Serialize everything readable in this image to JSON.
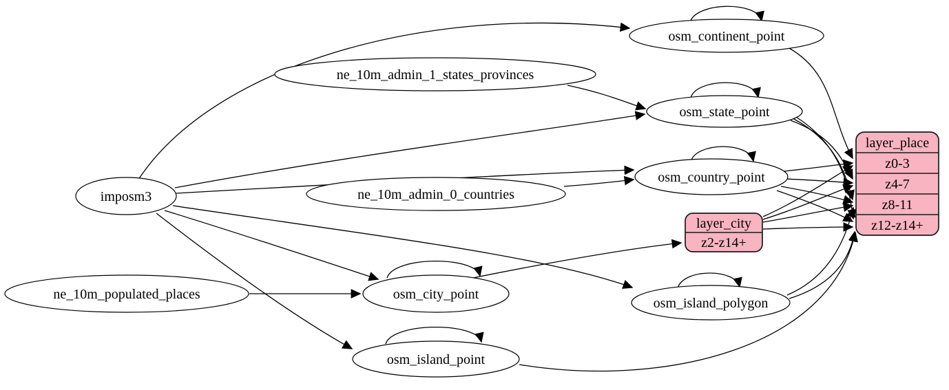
{
  "diagram": {
    "type": "graphviz-etl-diagram",
    "background_color": "#ffffff",
    "record_fill_color": "#f8b4c0",
    "edge_color": "#000000",
    "nodes": {
      "imposm3": {
        "label": "imposm3"
      },
      "ne_10m_admin_1_states_provinces": {
        "label": "ne_10m_admin_1_states_provinces"
      },
      "ne_10m_admin_0_countries": {
        "label": "ne_10m_admin_0_countries"
      },
      "ne_10m_populated_places": {
        "label": "ne_10m_populated_places"
      },
      "osm_continent_point": {
        "label": "osm_continent_point"
      },
      "osm_state_point": {
        "label": "osm_state_point"
      },
      "osm_country_point": {
        "label": "osm_country_point"
      },
      "osm_city_point": {
        "label": "osm_city_point"
      },
      "osm_island_polygon": {
        "label": "osm_island_polygon"
      },
      "osm_island_point": {
        "label": "osm_island_point"
      }
    },
    "records": {
      "layer_city": {
        "title": "layer_city",
        "rows": [
          "z2-z14+"
        ]
      },
      "layer_place": {
        "title": "layer_place",
        "rows": [
          "z0-3",
          "z4-7",
          "z8-11",
          "z12-z14+"
        ]
      }
    },
    "edges": [
      {
        "from": "imposm3",
        "to": "osm_continent_point"
      },
      {
        "from": "imposm3",
        "to": "osm_state_point"
      },
      {
        "from": "imposm3",
        "to": "osm_country_point"
      },
      {
        "from": "imposm3",
        "to": "osm_city_point"
      },
      {
        "from": "imposm3",
        "to": "osm_island_polygon"
      },
      {
        "from": "imposm3",
        "to": "osm_island_point"
      },
      {
        "from": "ne_10m_admin_1_states_provinces",
        "to": "osm_state_point"
      },
      {
        "from": "ne_10m_admin_0_countries",
        "to": "osm_country_point"
      },
      {
        "from": "ne_10m_populated_places",
        "to": "osm_city_point"
      },
      {
        "from": "osm_continent_point",
        "to": "osm_continent_point"
      },
      {
        "from": "osm_state_point",
        "to": "osm_state_point"
      },
      {
        "from": "osm_country_point",
        "to": "osm_country_point"
      },
      {
        "from": "osm_city_point",
        "to": "osm_city_point"
      },
      {
        "from": "osm_island_polygon",
        "to": "osm_island_polygon"
      },
      {
        "from": "osm_island_point",
        "to": "osm_island_point"
      },
      {
        "from": "osm_continent_point",
        "to": "layer_place.z0-3"
      },
      {
        "from": "osm_state_point",
        "to": "layer_place.z4-7"
      },
      {
        "from": "osm_state_point",
        "to": "layer_place.z8-11"
      },
      {
        "from": "osm_state_point",
        "to": "layer_place.z12-z14+"
      },
      {
        "from": "osm_country_point",
        "to": "layer_place.z0-3"
      },
      {
        "from": "osm_country_point",
        "to": "layer_place.z4-7"
      },
      {
        "from": "osm_country_point",
        "to": "layer_place.z8-11"
      },
      {
        "from": "osm_country_point",
        "to": "layer_place.z12-z14+"
      },
      {
        "from": "osm_city_point",
        "to": "layer_city.z2-z14+"
      },
      {
        "from": "layer_city",
        "to": "layer_place.z0-3"
      },
      {
        "from": "layer_city",
        "to": "layer_place.z4-7"
      },
      {
        "from": "layer_city",
        "to": "layer_place.z8-11"
      },
      {
        "from": "layer_city",
        "to": "layer_place.z12-z14+"
      },
      {
        "from": "osm_island_polygon",
        "to": "layer_place.z8-11"
      },
      {
        "from": "osm_island_polygon",
        "to": "layer_place.z12-z14+"
      },
      {
        "from": "osm_island_point",
        "to": "layer_place.z12-z14+"
      }
    ]
  }
}
